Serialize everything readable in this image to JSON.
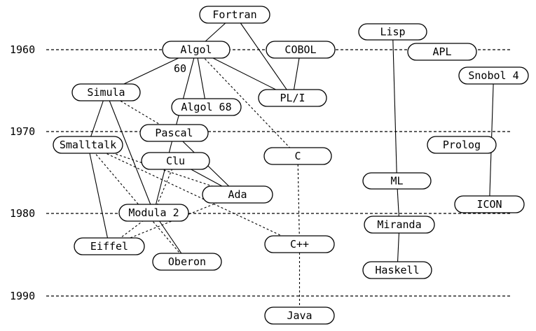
{
  "diagram": {
    "years": [
      {
        "id": "y1960",
        "label": "1960"
      },
      {
        "id": "y1970",
        "label": "1970"
      },
      {
        "id": "y1980",
        "label": "1980"
      },
      {
        "id": "y1990",
        "label": "1990"
      }
    ],
    "nodes": [
      {
        "id": "fortran",
        "label": "Fortran"
      },
      {
        "id": "lisp",
        "label": "Lisp"
      },
      {
        "id": "algol",
        "label": "Algol"
      },
      {
        "id": "algol60",
        "label": "60"
      },
      {
        "id": "cobol",
        "label": "COBOL"
      },
      {
        "id": "apl",
        "label": "APL"
      },
      {
        "id": "snobol4",
        "label": "Snobol 4"
      },
      {
        "id": "simula",
        "label": "Simula"
      },
      {
        "id": "pli",
        "label": "PL/I"
      },
      {
        "id": "algol68",
        "label": "Algol 68"
      },
      {
        "id": "pascal",
        "label": "Pascal"
      },
      {
        "id": "smalltalk",
        "label": "Smalltalk"
      },
      {
        "id": "prolog",
        "label": "Prolog"
      },
      {
        "id": "clu",
        "label": "Clu"
      },
      {
        "id": "c",
        "label": "C"
      },
      {
        "id": "ml",
        "label": "ML"
      },
      {
        "id": "ada",
        "label": "Ada"
      },
      {
        "id": "icon",
        "label": "ICON"
      },
      {
        "id": "modula2",
        "label": "Modula 2"
      },
      {
        "id": "miranda",
        "label": "Miranda"
      },
      {
        "id": "eiffel",
        "label": "Eiffel"
      },
      {
        "id": "cpp",
        "label": "C++"
      },
      {
        "id": "oberon",
        "label": "Oberon"
      },
      {
        "id": "haskell",
        "label": "Haskell"
      },
      {
        "id": "java",
        "label": "Java"
      }
    ],
    "edges": [
      {
        "from": "fortran",
        "to": "algol",
        "style": "solid"
      },
      {
        "from": "fortran",
        "to": "pli",
        "style": "solid"
      },
      {
        "from": "cobol",
        "to": "pli",
        "style": "solid"
      },
      {
        "from": "algol",
        "to": "pli",
        "style": "solid"
      },
      {
        "from": "algol",
        "to": "simula",
        "style": "solid"
      },
      {
        "from": "algol",
        "to": "algol68",
        "style": "solid"
      },
      {
        "from": "algol",
        "to": "pascal",
        "style": "solid"
      },
      {
        "from": "algol",
        "to": "c",
        "style": "dashed"
      },
      {
        "from": "simula",
        "to": "smalltalk",
        "style": "solid"
      },
      {
        "from": "simula",
        "to": "modula2",
        "style": "solid"
      },
      {
        "from": "simula",
        "to": "pascal",
        "style": "dashed"
      },
      {
        "from": "smalltalk",
        "to": "eiffel",
        "style": "solid"
      },
      {
        "from": "smalltalk",
        "to": "ada",
        "style": "dashed"
      },
      {
        "from": "smalltalk",
        "to": "cpp",
        "style": "dashed"
      },
      {
        "from": "smalltalk",
        "to": "oberon",
        "style": "dashed"
      },
      {
        "from": "pascal",
        "to": "modula2",
        "style": "solid"
      },
      {
        "from": "pascal",
        "to": "ada",
        "style": "solid"
      },
      {
        "from": "clu",
        "to": "ada",
        "style": "solid"
      },
      {
        "from": "clu",
        "to": "modula2",
        "style": "dashed"
      },
      {
        "from": "modula2",
        "to": "oberon",
        "style": "solid"
      },
      {
        "from": "modula2",
        "to": "eiffel",
        "style": "dashed"
      },
      {
        "from": "ada",
        "to": "eiffel",
        "style": "dashed"
      },
      {
        "from": "c",
        "to": "cpp",
        "style": "dashed"
      },
      {
        "from": "cpp",
        "to": "java",
        "style": "dashed"
      },
      {
        "from": "lisp",
        "to": "ml",
        "style": "solid"
      },
      {
        "from": "ml",
        "to": "miranda",
        "style": "solid"
      },
      {
        "from": "miranda",
        "to": "haskell",
        "style": "solid"
      },
      {
        "from": "snobol4",
        "to": "icon",
        "style": "solid"
      }
    ]
  }
}
